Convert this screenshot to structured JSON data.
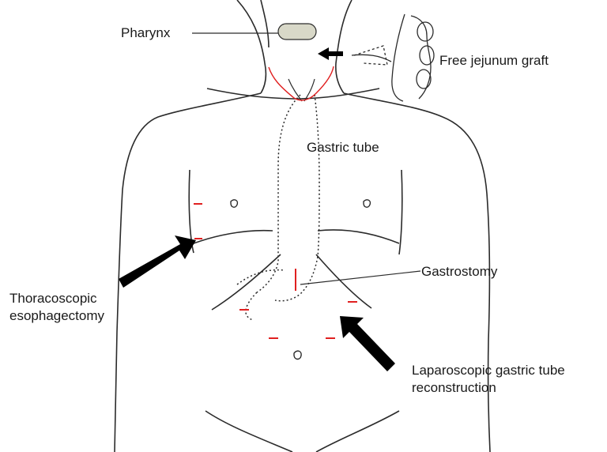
{
  "labels": {
    "pharynx": "Pharynx",
    "free_jejunum_graft": "Free jejunum graft",
    "gastric_tube": "Gastric tube",
    "gastrostomy": "Gastrostomy",
    "thoracoscopic_line1": "Thoracoscopic",
    "thoracoscopic_line2": "esophagectomy",
    "laparoscopic_line1": "Laparoscopic gastric tube",
    "laparoscopic_line2": "reconstruction"
  },
  "colors": {
    "outline": "#2b2b2b",
    "incision": "#e02020",
    "graft_fill": "#d8d8c8",
    "arrow": "#000000"
  }
}
